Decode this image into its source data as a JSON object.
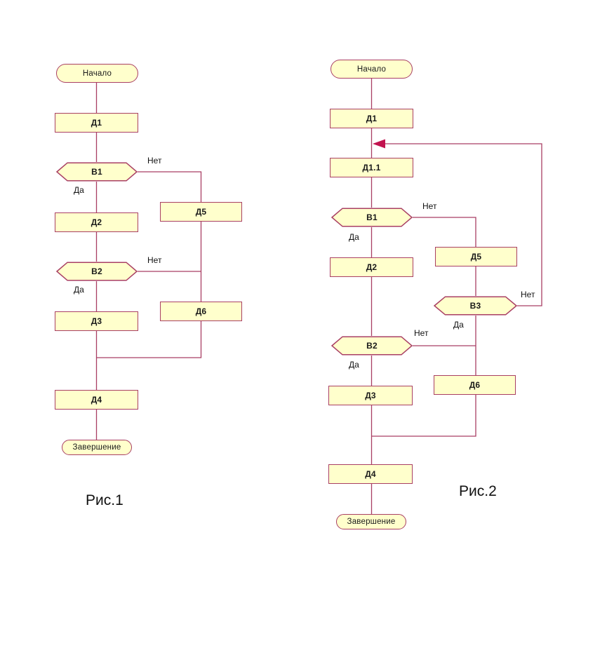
{
  "colors": {
    "shape_fill": "#FFFFCC",
    "shape_border": "#A93F63",
    "connector_line": "#A93F63",
    "arrowhead": "#C2134F",
    "text": "#1A1A1A"
  },
  "figure1": {
    "caption": "Рис.1",
    "nodes": {
      "start": "Начало",
      "d1": "Д1",
      "b1": "В1",
      "d2": "Д2",
      "d5": "Д5",
      "b2": "В2",
      "d3": "Д3",
      "d6": "Д6",
      "d4": "Д4",
      "end": "Завершение"
    },
    "branch_labels": {
      "b1_yes": "Да",
      "b1_no": "Нет",
      "b2_yes": "Да",
      "b2_no": "Нет"
    }
  },
  "figure2": {
    "caption": "Рис.2",
    "nodes": {
      "start": "Начало",
      "d1": "Д1",
      "d11": "Д1.1",
      "b1": "В1",
      "d2": "Д2",
      "d5": "Д5",
      "b3": "В3",
      "b2": "В2",
      "d3": "Д3",
      "d6": "Д6",
      "d4": "Д4",
      "end": "Завершение"
    },
    "branch_labels": {
      "b1_yes": "Да",
      "b1_no": "Нет",
      "b3_yes": "Да",
      "b3_no": "Нет",
      "b2_yes": "Да",
      "b2_no": "Нет"
    }
  }
}
